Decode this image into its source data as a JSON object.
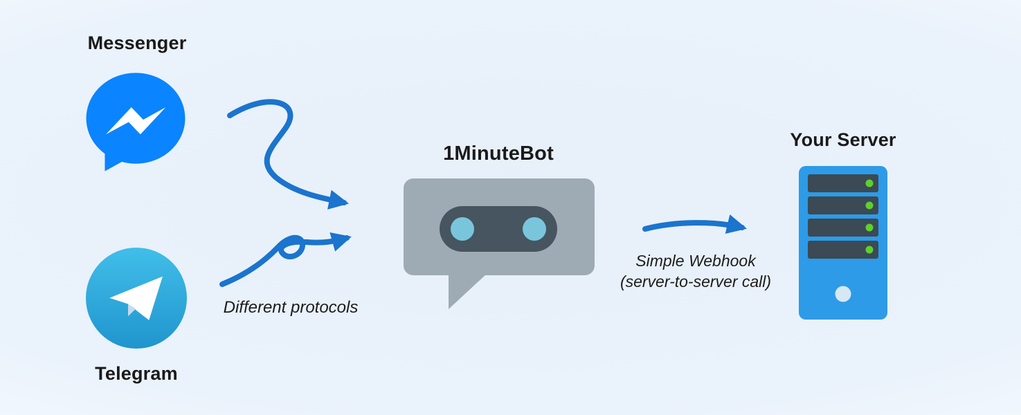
{
  "title": "Messaging platforms to 1MinuteBot to your server diagram",
  "nodes": {
    "messenger": {
      "label": "Messenger"
    },
    "telegram": {
      "label": "Telegram"
    },
    "bot": {
      "label": "1MinuteBot"
    },
    "server": {
      "label": "Your Server"
    }
  },
  "annotations": {
    "protocols": "Different protocols",
    "webhook_line1": "Simple Webhook",
    "webhook_line2": "(server-to-server call)"
  },
  "flow": [
    {
      "from": "Messenger",
      "to": "1MinuteBot",
      "label": "Different protocols"
    },
    {
      "from": "Telegram",
      "to": "1MinuteBot",
      "label": "Different protocols"
    },
    {
      "from": "1MinuteBot",
      "to": "Your Server",
      "label": "Simple Webhook (server-to-server call)"
    }
  ],
  "icons": {
    "messenger": "messenger-speech-bubble-lightning-icon",
    "telegram": "telegram-paper-plane-icon",
    "bot": "robot-chat-bubble-icon",
    "server": "server-rack-icon"
  },
  "colors": {
    "background_inner": "#e9f1fa",
    "background_outer": "#ffffff",
    "arrow": "#1b74cd",
    "messenger_blue": "#0a84ff",
    "messenger_bolt": "#ffffff",
    "telegram_blue_top": "#41bee9",
    "telegram_blue_bottom": "#2095ce",
    "telegram_plane": "#ffffff",
    "telegram_flap": "#c8daea",
    "bot_bubble_gray": "#9fabb4",
    "bot_face_dark": "#46555f",
    "bot_eye": "#79c6dc",
    "server_blue": "#2d9be8",
    "server_slot_dark": "#3b4a54",
    "server_led_green": "#5ed02e",
    "server_power_light": "#d6e8f4",
    "text": "#1a1a1a"
  }
}
